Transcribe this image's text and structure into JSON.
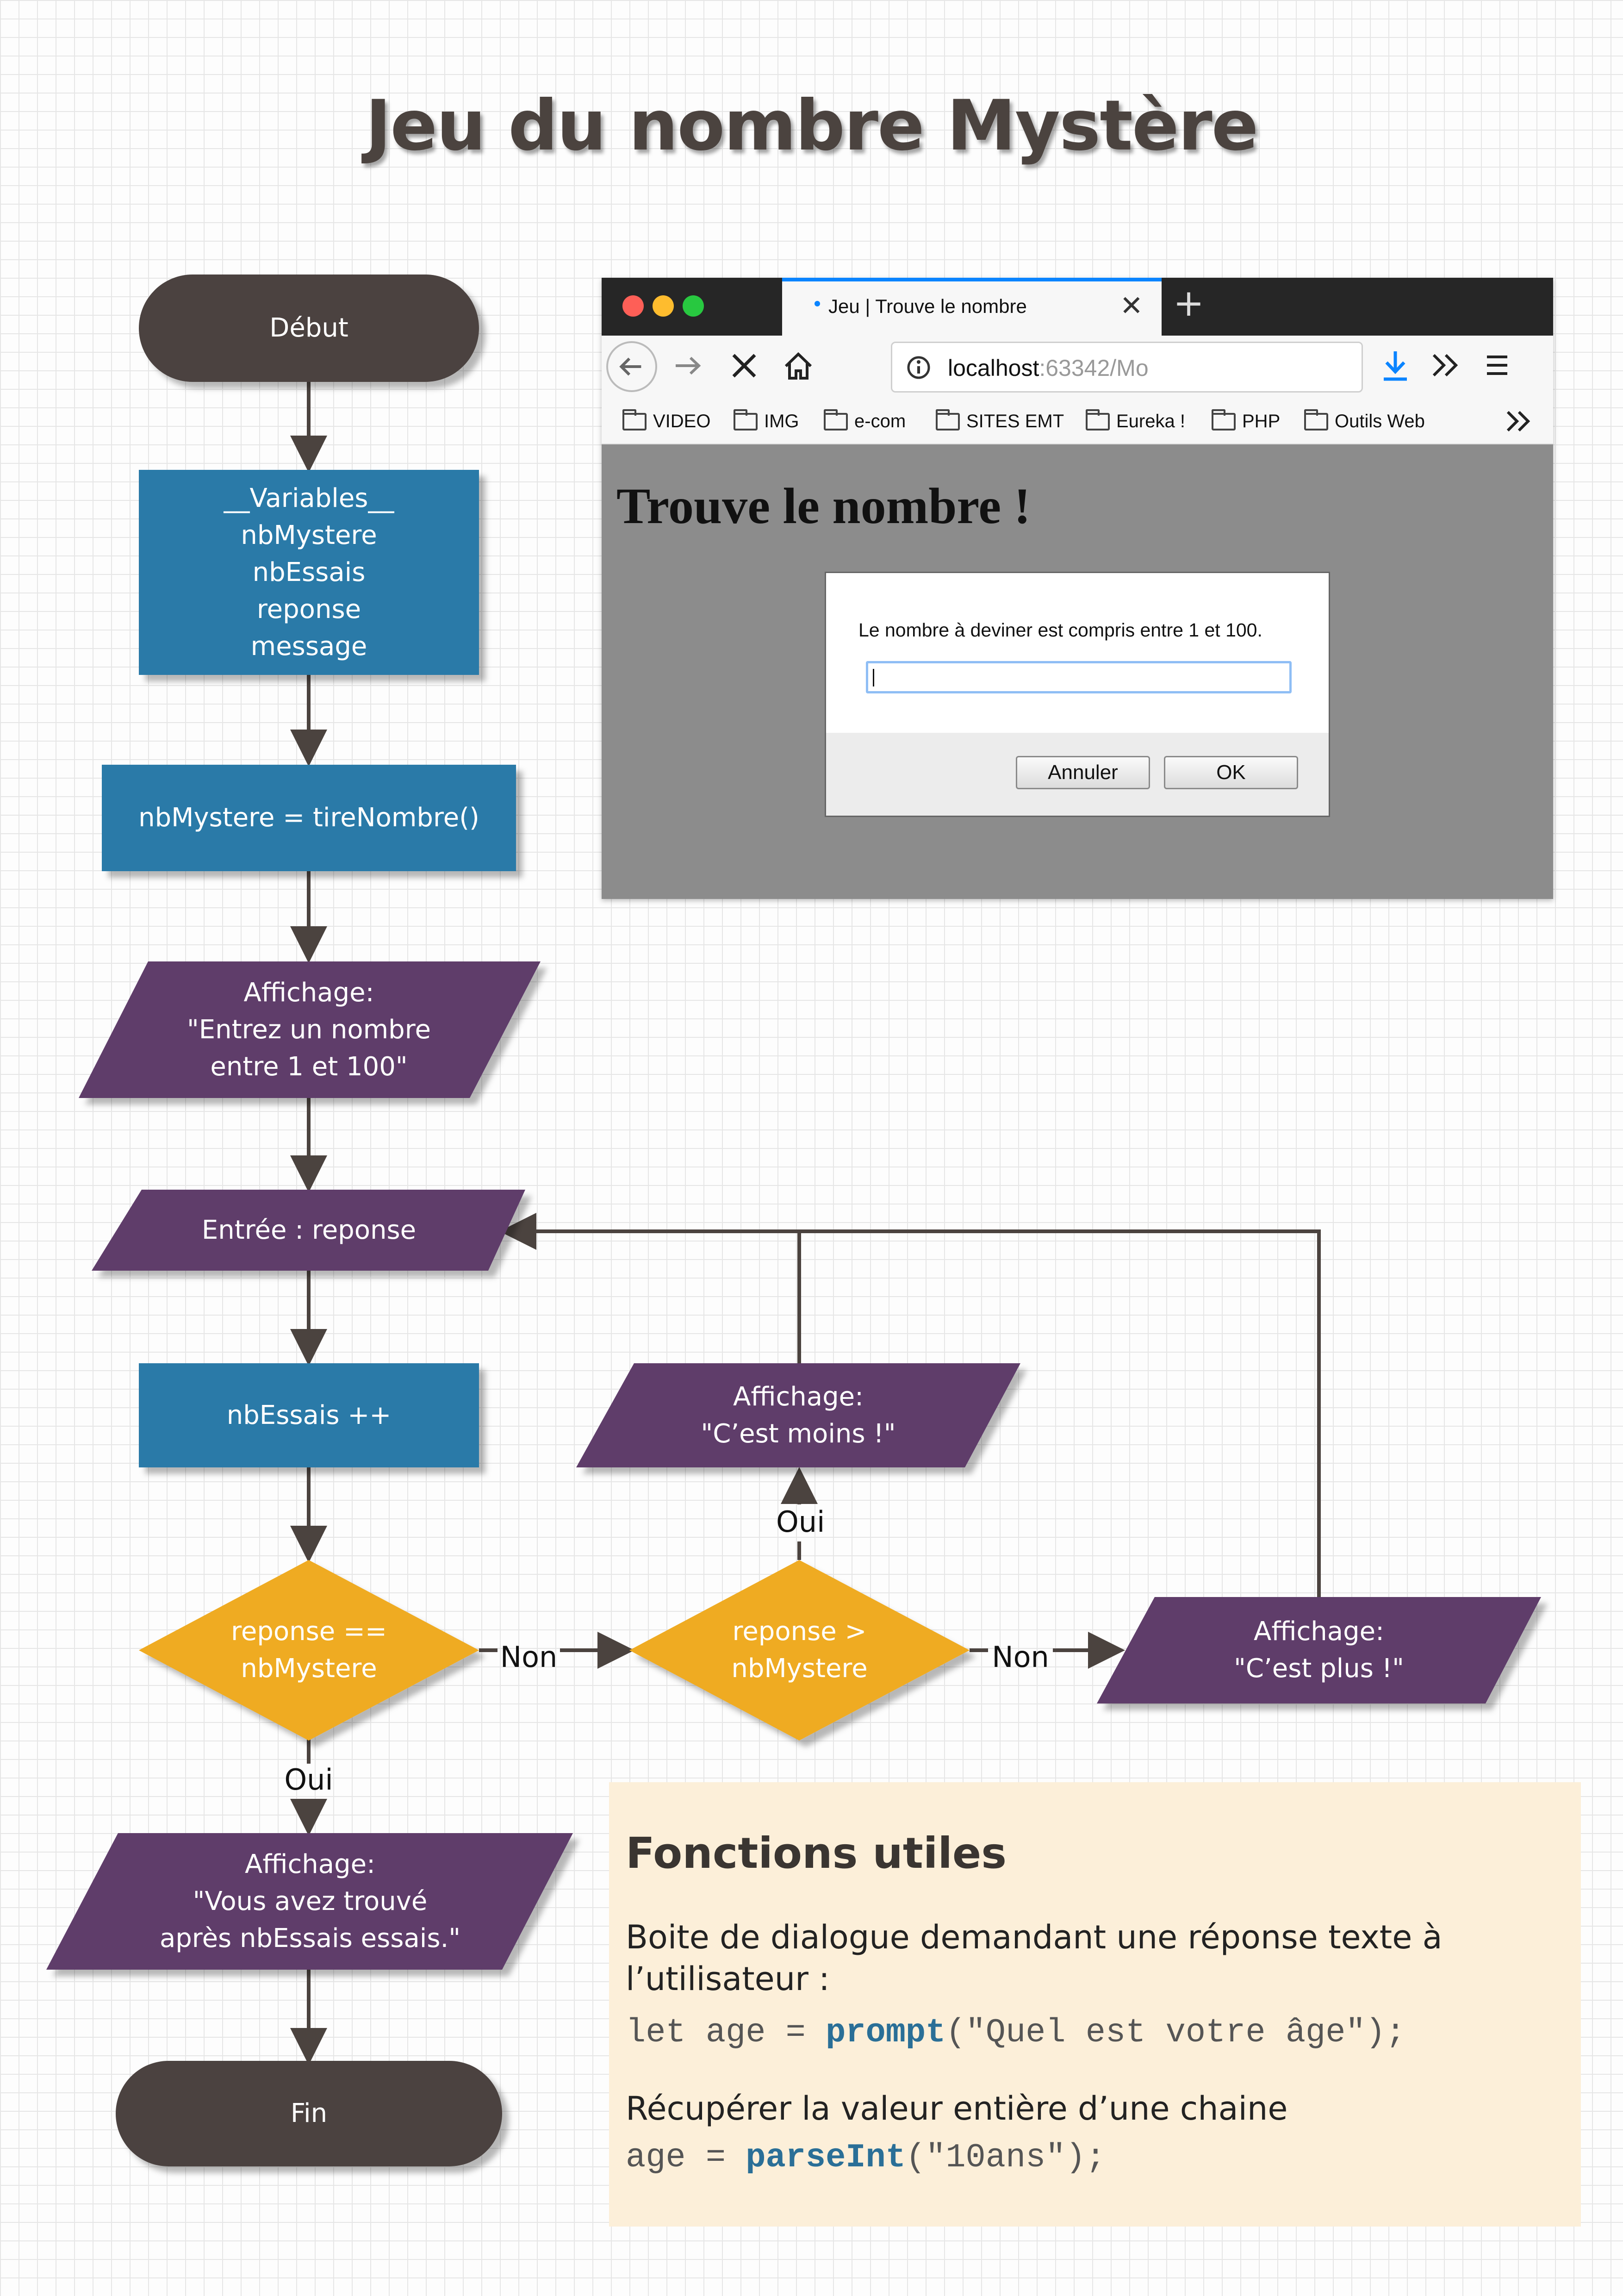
{
  "title": "Jeu du nombre Mystère",
  "colors": {
    "terminal": "#4b433f",
    "process": "#2a7aa8",
    "io": "#5e3e6b",
    "decision": "#efab22",
    "edge": "#4b433f"
  },
  "flowchart": {
    "start": "Début",
    "variables": "__Variables__\nnbMystere\nnbEssais\nreponse\nmessage",
    "init": "nbMystere = tireNombre()",
    "display_prompt": "Affichage:\n\"Entrez un nombre\nentre 1 et 100\"",
    "input": "Entrée : reponse",
    "increment": "nbEssais ++",
    "decision_equal": "reponse ==\nnbMystere",
    "decision_greater": "reponse >\nnbMystere",
    "display_less": "Affichage:\n\"C’est moins !\"",
    "display_more": "Affichage:\n\"C’est plus !\"",
    "display_found": "Affichage:\n\"Vous avez trouvé\naprès nbEssais essais.\"",
    "end": "Fin",
    "labels": {
      "oui_top": "Oui",
      "oui_bottom": "Oui",
      "non_1": "Non",
      "non_2": "Non"
    }
  },
  "browser": {
    "tab_title": "Jeu | Trouve le nombre",
    "url_host": "localhost",
    "url_rest": ":63342/Mo",
    "icons": [
      "back-icon",
      "forward-icon",
      "stop-icon",
      "home-icon",
      "info-icon",
      "more-icon",
      "pocket-icon",
      "star-icon",
      "download-icon",
      "overflow-icon",
      "menu-icon"
    ],
    "bookmarks": [
      "VIDEO",
      "IMG",
      "e-com",
      "SITES EMT",
      "Eureka !",
      "PHP",
      "Outils Web"
    ],
    "page_heading": "Trouve le nombre !",
    "dialog": {
      "message": "Le nombre à deviner est compris entre 1 et 100.",
      "input_value": "",
      "cancel_label": "Annuler",
      "ok_label": "OK"
    }
  },
  "functions_panel": {
    "title": "Fonctions utiles",
    "text1": "Boite de dialogue demandant une réponse texte à l’utilisateur :",
    "code1_pre": "let age = ",
    "code1_fn": "prompt",
    "code1_post": "(\"Quel est votre âge\");",
    "text2": "Récupérer la valeur entière d’une chaine",
    "code2_pre": "age = ",
    "code2_fn": "parseInt",
    "code2_post": "(\"10ans\");"
  }
}
